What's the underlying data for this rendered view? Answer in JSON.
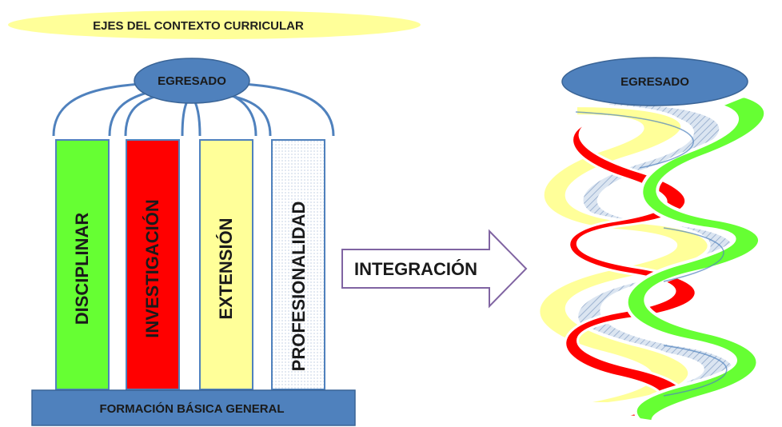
{
  "title": "EJES DEL CONTEXTO CURRICULAR",
  "left_diagram": {
    "top": "EGRESADO",
    "base": "FORMACIÓN BÁSICA GENERAL",
    "pillars": [
      {
        "label": "DISCIPLINAR",
        "color": "#66ff33"
      },
      {
        "label": "INVESTIGACIÓN",
        "color": "#ff0000"
      },
      {
        "label": "EXTENSIÓN",
        "color": "#ffff99"
      },
      {
        "label": "PROFESIONALIDAD",
        "color": "#dbe5f1"
      }
    ]
  },
  "arrow": {
    "label": "INTEGRACIÓN"
  },
  "right_diagram": {
    "top": "EGRESADO"
  },
  "colors": {
    "blue": "#4f81bd",
    "green": "#66ff33",
    "red": "#ff0000",
    "yellow": "#ffff99",
    "light_blue": "#dbe5f1",
    "title_bg": "#ffff99"
  }
}
